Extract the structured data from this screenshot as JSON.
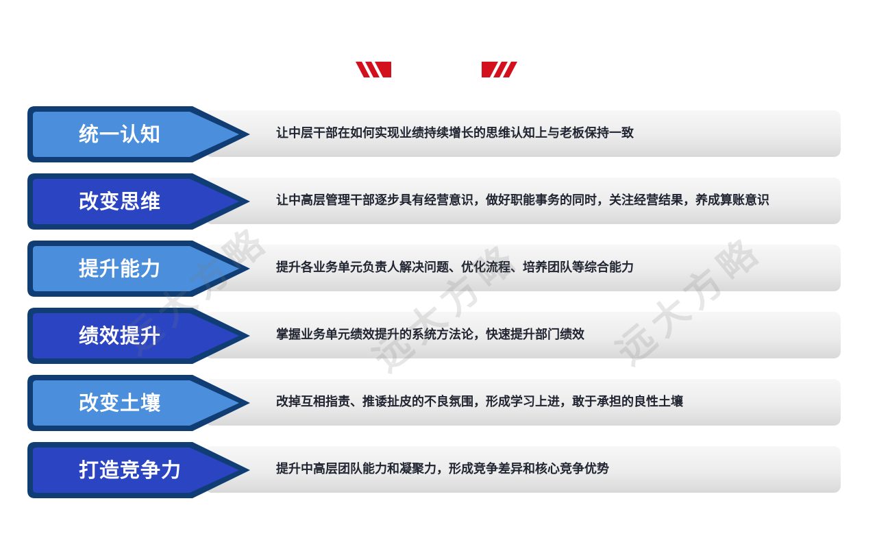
{
  "colors": {
    "border": "#0f3d74",
    "light_fill": "#4a8edc",
    "dark_fill": "#2a44c2",
    "accent_red": "#d3101e"
  },
  "watermark": "远大方略",
  "rows": [
    {
      "title": "统一认知",
      "description": "让中层干部在如何实现业绩持续增长的思维认知上与老板保持一致"
    },
    {
      "title": "改变思维",
      "description": "让中高层管理干部逐步具有经营意识，做好职能事务的同时，关注经营结果，养成算账意识"
    },
    {
      "title": "提升能力",
      "description": "提升各业务单元负责人解决问题、优化流程、培养团队等综合能力"
    },
    {
      "title": "绩效提升",
      "description": "掌握业务单元绩效提升的系统方法论，快速提升部门绩效"
    },
    {
      "title": "改变土壤",
      "description": "改掉互相指责、推诿扯皮的不良氛围，形成学习上进，敢于承担的良性土壤"
    },
    {
      "title": "打造竞争力",
      "description": "提升中高层团队能力和凝聚力，形成竞争差异和核心竞争优势"
    }
  ]
}
